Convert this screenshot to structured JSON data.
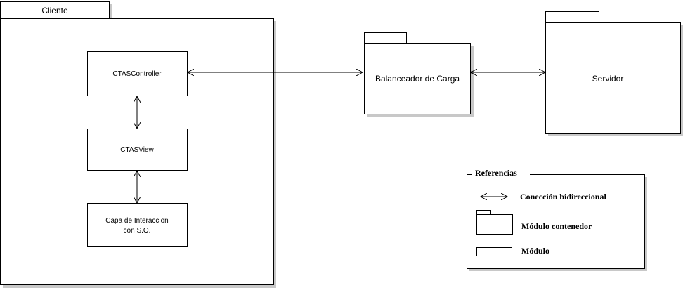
{
  "cliente": {
    "label": "Cliente",
    "ctas_controller": "CTASController",
    "ctas_view": "CTASView",
    "capa_line1": "Capa de Interaccion",
    "capa_line2": "con S.O."
  },
  "balanceador": {
    "label": "Balanceador de Carga"
  },
  "servidor": {
    "label": "Servidor"
  },
  "referencias": {
    "title": "Referencias",
    "conexion": "Conección bidireccional",
    "modulo_contenedor": "Módulo contenedor",
    "modulo": "Módulo"
  }
}
